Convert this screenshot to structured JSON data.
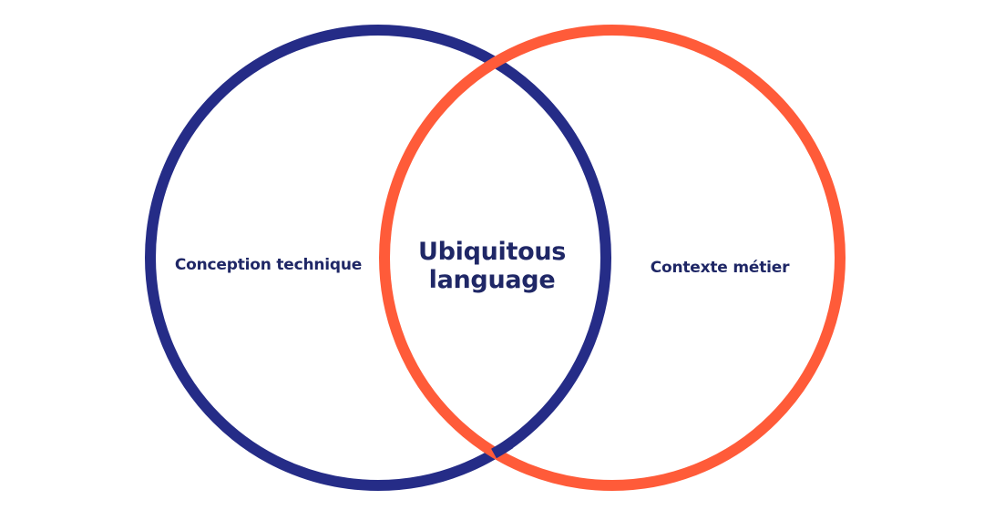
{
  "colors": {
    "left_circle": "#252c87",
    "right_circle": "#ff5b39",
    "text": "#1f2766",
    "background": "#ffffff"
  },
  "diagram": {
    "left_set": {
      "label": "Conception technique"
    },
    "right_set": {
      "label": "Contexte métier"
    },
    "intersection": {
      "line1": "Ubiquitous",
      "line2": "language"
    }
  }
}
